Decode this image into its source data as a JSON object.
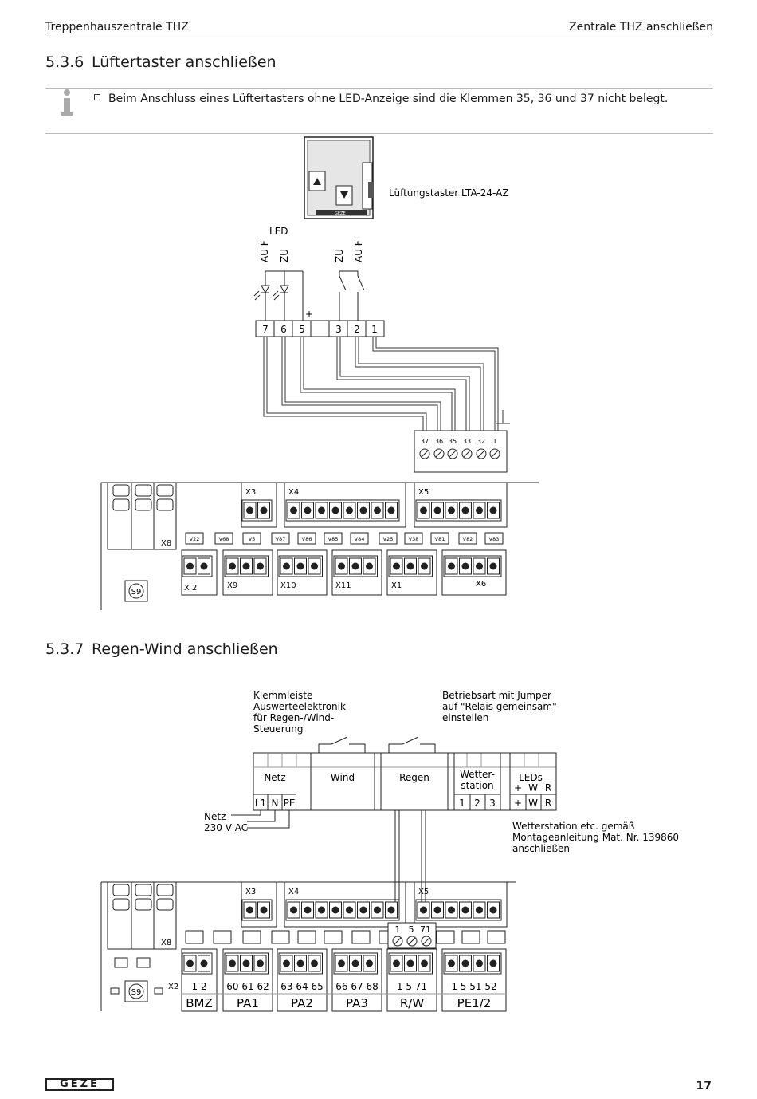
{
  "header": {
    "left": "Treppenhauszentrale THZ",
    "right": "Zentrale THZ anschließen"
  },
  "section1": {
    "number": "5.3.6",
    "title": "Lüftertaster anschließen",
    "note": "Beim Anschluss eines Lüftertasters ohne LED-Anzeige sind die Klemmen 35, 36 und 37 nicht belegt.",
    "device_label": "Lüftungstaster LTA-24-AZ",
    "device_brand": "GEZE",
    "led_label": "LED",
    "vertical_labels": [
      "AU F",
      "ZU",
      "ZU",
      "AU F"
    ],
    "plus": "+",
    "device_terminals": [
      "7",
      "6",
      "5",
      "",
      "3",
      "2",
      "1"
    ],
    "x5_terminals": [
      "37",
      "36",
      "35",
      "33",
      "32",
      "1"
    ],
    "connectors_top": [
      "X3",
      "X4",
      "X5"
    ],
    "x8": "X8",
    "fuses": [
      "V22",
      "V68",
      "V5",
      "V87",
      "V86",
      "V85",
      "V84",
      "V25",
      "V38",
      "V81",
      "V82",
      "V83"
    ],
    "connectors_bottom": [
      "X 2",
      "X9",
      "X10",
      "X11",
      "X1",
      "X6"
    ],
    "s9": "S9"
  },
  "section2": {
    "number": "5.3.7",
    "title": "Regen-Wind anschließen",
    "caption_left": [
      "Klemmleiste",
      "Auswerteelektronik",
      "für Regen-/Wind-",
      "Steuerung"
    ],
    "caption_right": [
      "Betriebsart mit Jumper",
      "auf \"Relais gemeinsam\"",
      "einstellen"
    ],
    "modules": [
      "Netz",
      "Wind",
      "Regen",
      "Wetter-",
      "station",
      "LEDs"
    ],
    "netz_terms": [
      "L1",
      "N",
      "PE"
    ],
    "wetter_terms": [
      "1",
      "2",
      "3"
    ],
    "led_terms": [
      "+",
      "W",
      "R"
    ],
    "netz_label": [
      "Netz",
      "230 V AC"
    ],
    "wetter_note": [
      "Wetterstation etc. gemäß",
      "Montageanleitung Mat. Nr. 139860",
      "anschließen"
    ],
    "connectors_top": [
      "X3",
      "X4",
      "X5"
    ],
    "x8": "X8",
    "rw_block": [
      "1",
      "5",
      "71"
    ],
    "x2": "X2",
    "s9": "S9",
    "bottom_terms": [
      "1   2",
      "60 61 62",
      "63 64 65",
      "66 67 68",
      "1   5   71",
      "1   5  51 52"
    ],
    "bottom_labels": [
      "BMZ",
      "PA1",
      "PA2",
      "PA3",
      "R/W",
      "PE1/2"
    ]
  },
  "footer": {
    "logo": "GEZE",
    "page": "17"
  }
}
